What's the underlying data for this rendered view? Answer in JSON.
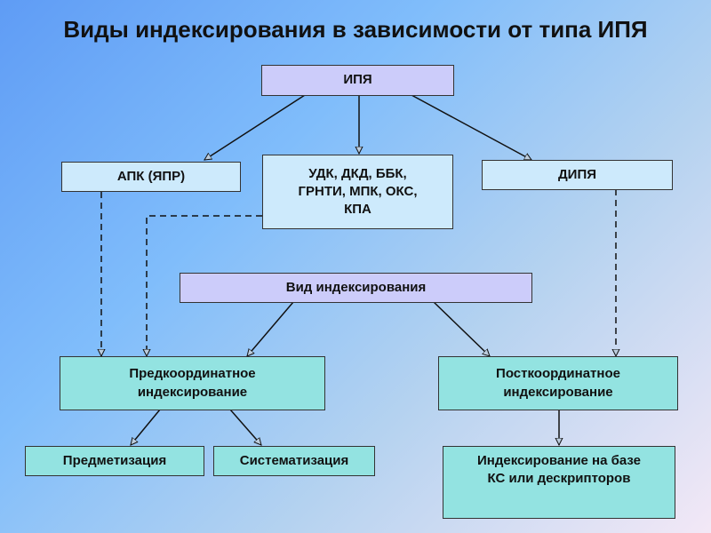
{
  "title": "Виды индексирования в зависимости от типа ИПЯ",
  "nodes": {
    "ipya": "ИПЯ",
    "apk": "АПК (ЯПР)",
    "udk": "УДК, ДКД, ББК,\nГРНТИ, МПК, ОКС,\nКПА",
    "dipya": "ДИПЯ",
    "vid": "Вид индексирования",
    "predkoord": "Предкоординатное\nиндексирование",
    "postkoord": "Посткоординатное\nиндексирование",
    "predmet": "Предметизация",
    "sistem": "Систематизация",
    "ks": "Индексирование на базе\nКС или дескрипторов"
  },
  "edges": [
    {
      "from": "ipya",
      "to": "apk",
      "style": "solid"
    },
    {
      "from": "ipya",
      "to": "udk",
      "style": "solid"
    },
    {
      "from": "ipya",
      "to": "dipya",
      "style": "solid"
    },
    {
      "from": "apk",
      "to": "predkoord",
      "style": "dashed"
    },
    {
      "from": "udk",
      "to": "predkoord",
      "style": "dashed"
    },
    {
      "from": "dipya",
      "to": "postkoord",
      "style": "dashed"
    },
    {
      "from": "vid",
      "to": "predkoord",
      "style": "solid"
    },
    {
      "from": "vid",
      "to": "postkoord",
      "style": "solid"
    },
    {
      "from": "predkoord",
      "to": "predmet",
      "style": "solid"
    },
    {
      "from": "predkoord",
      "to": "sistem",
      "style": "solid"
    },
    {
      "from": "postkoord",
      "to": "ks",
      "style": "solid"
    }
  ],
  "colors": {
    "header_box": "#ccccfa",
    "category_box": "#cdeafc",
    "result_box": "#93e3e1"
  }
}
